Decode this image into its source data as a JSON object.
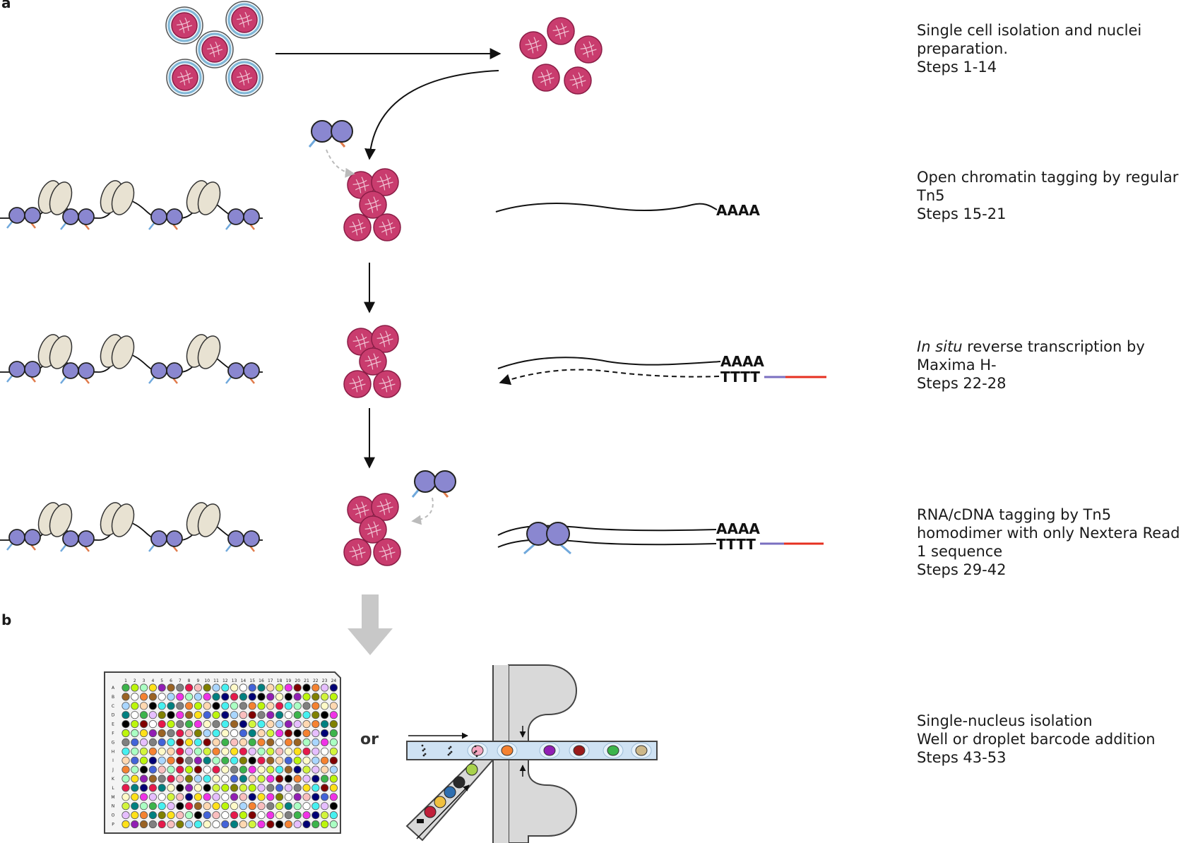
{
  "panels": {
    "a": "a",
    "b": "b"
  },
  "steps": [
    {
      "id": "step1",
      "lines": [
        "Single cell isolation and nuclei",
        "preparation.",
        "Steps 1-14"
      ]
    },
    {
      "id": "step2",
      "lines": [
        "Open chromatin tagging by regular",
        "Tn5",
        "Steps 15-21"
      ]
    },
    {
      "id": "step3",
      "italic": "In situ",
      "lines": [
        " reverse transcription by",
        "Maxima H-",
        "Steps 22-28"
      ]
    },
    {
      "id": "step4",
      "lines": [
        "RNA/cDNA tagging by Tn5",
        "homodimer with only Nextera Read",
        "1 sequence",
        "Steps 29-42"
      ]
    },
    {
      "id": "step5",
      "lines": [
        "Single-nucleus isolation",
        "Well or droplet barcode addition",
        "Steps 43-53"
      ]
    }
  ],
  "sequences": {
    "polyA": "AAAA",
    "polyT": "TTTT"
  },
  "or_label": "or",
  "plate": {
    "columns": [
      "1",
      "2",
      "3",
      "4",
      "5",
      "6",
      "7",
      "8",
      "9",
      "10",
      "11",
      "12",
      "13",
      "14",
      "15",
      "16",
      "17",
      "18",
      "19",
      "20",
      "21",
      "22",
      "23",
      "24"
    ],
    "rows": [
      "A",
      "B",
      "C",
      "D",
      "E",
      "F",
      "G",
      "H",
      "I",
      "J",
      "K",
      "L",
      "M",
      "N",
      "O",
      "P"
    ]
  },
  "colors": {
    "nucleus": "#c93c6e",
    "cell_membrane": "#7fb6d6",
    "tn5": "#8a87d0",
    "nucleosome": "#e8e2d2",
    "adapter_blue": "#6fa8dc",
    "adapter_orange": "#e07a4a",
    "barcode_red": "#e63020",
    "linker_purple": "#7a6fc0",
    "arrow_gray": "#c8c8c8",
    "channel_gray": "#d9d9d9",
    "oil_blue": "#cfe2f3"
  }
}
